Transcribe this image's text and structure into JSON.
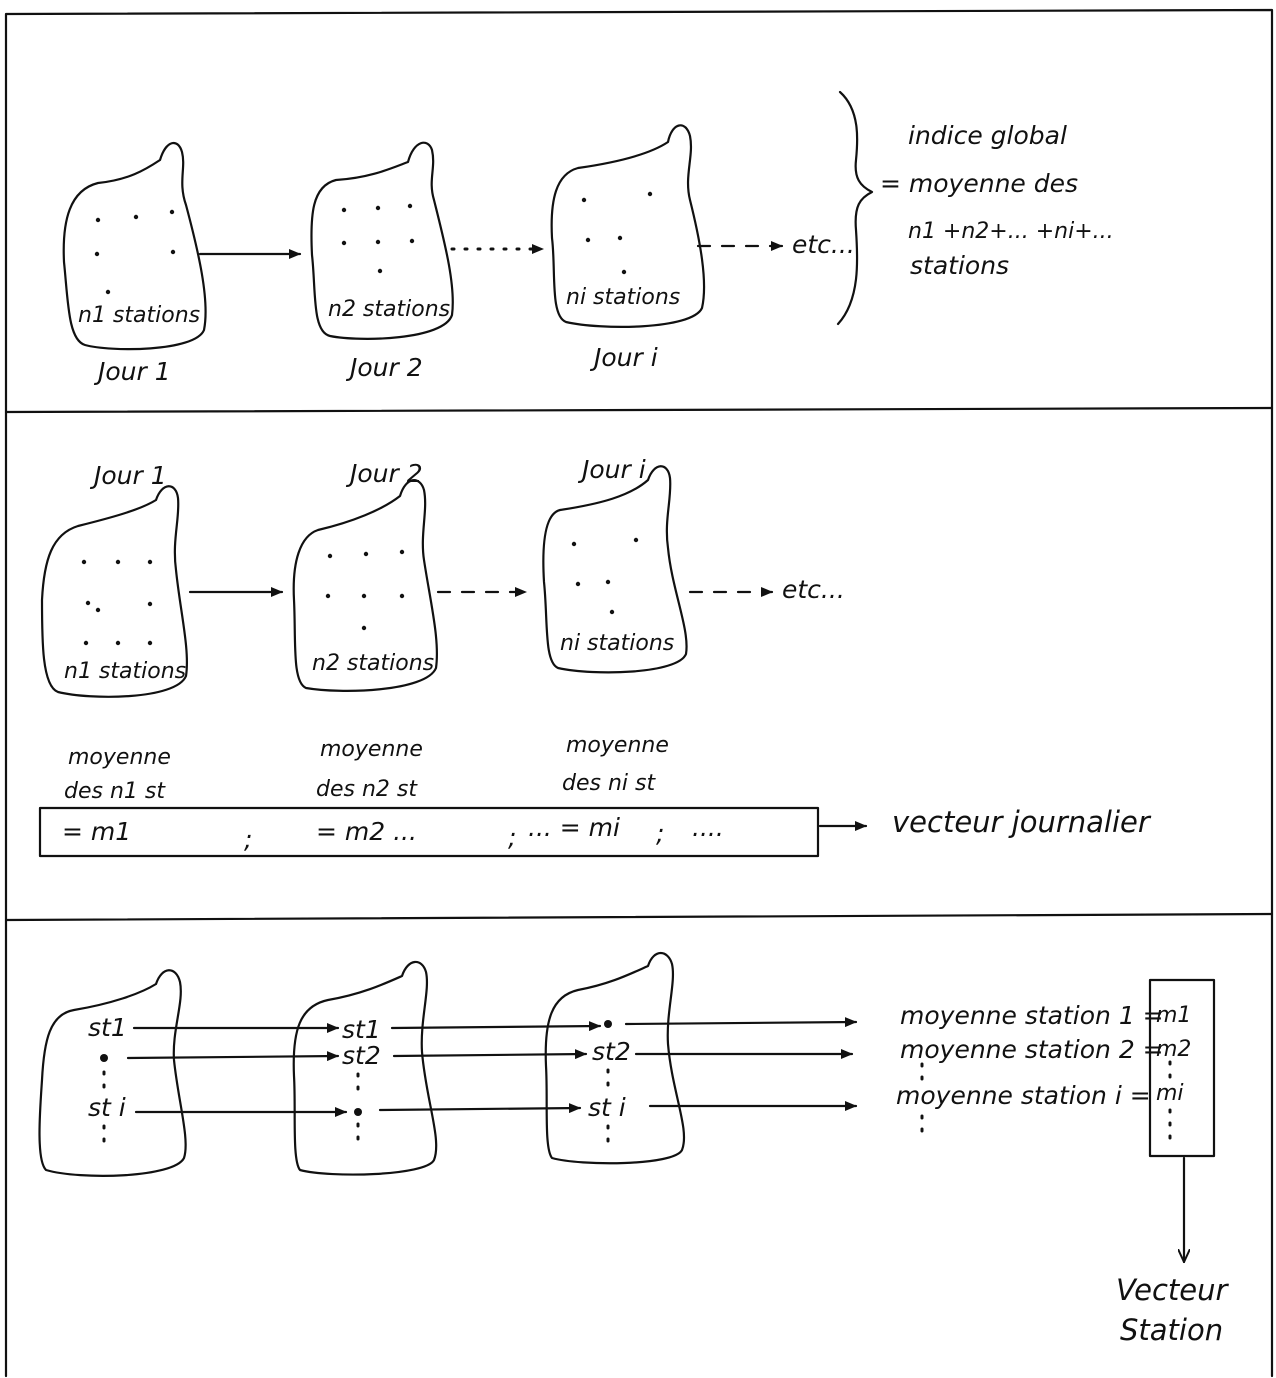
{
  "panel1": {
    "blobs": [
      {
        "count_label": "n1 stations",
        "day_label": "Jour 1"
      },
      {
        "count_label": "n2 stations",
        "day_label": "Jour 2"
      },
      {
        "count_label": "ni stations",
        "day_label": "Jour i"
      }
    ],
    "etc": "etc...",
    "summary": {
      "line1": "indice global",
      "line2": "= moyenne des",
      "line3": "n1 +n2+... +ni+...",
      "line4": "stations"
    }
  },
  "panel2": {
    "blobs": [
      {
        "day_label": "Jour 1",
        "count_label": "n1 stations"
      },
      {
        "day_label": "Jour 2",
        "count_label": "n2 stations"
      },
      {
        "day_label": "Jour i",
        "count_label": "ni stations"
      }
    ],
    "etc": "etc...",
    "means": [
      {
        "line1": "moyenne",
        "line2": "des n1 st"
      },
      {
        "line1": "moyenne",
        "line2": "des n2 st"
      },
      {
        "line1": "moyenne",
        "line2": "des ni st"
      }
    ],
    "vector_box": {
      "cell1": "= m1",
      "sep1": ";",
      "cell2": "= m2 ...",
      "sep2": ";",
      "cell3": "... = mi",
      "sep3": ";",
      "tail": "...."
    },
    "vector_label": "vecteur journalier"
  },
  "panel3": {
    "blob1": {
      "st1": "st1",
      "sti": "st i"
    },
    "blob2": {
      "st1": "st1",
      "st2": "st2"
    },
    "blob3": {
      "st2": "st2",
      "sti": "st i"
    },
    "rows": [
      "moyenne station 1 =",
      "moyenne station 2 =",
      "moyenne station i ="
    ],
    "column": [
      "m1",
      "m2",
      "mi"
    ],
    "result_line1": "Vecteur",
    "result_line2": "Station"
  }
}
